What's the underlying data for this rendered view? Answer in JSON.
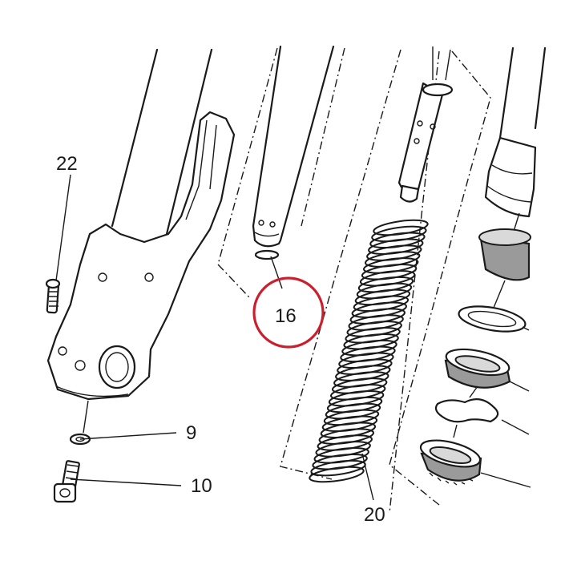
{
  "labels": {
    "part_22": "22",
    "part_16": "16",
    "part_9": "9",
    "part_10": "10",
    "part_20": "20"
  },
  "highlight": {
    "part": "16",
    "color": "#cc1f2e"
  }
}
